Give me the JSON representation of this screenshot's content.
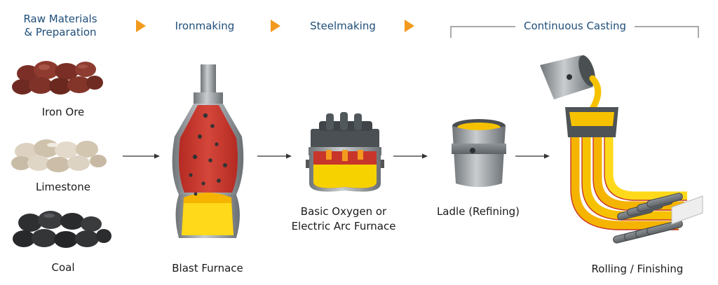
{
  "stages": {
    "raw": "Raw Materials\n& Preparation",
    "iron": "Ironmaking",
    "steel": "Steelmaking",
    "casting": "Continuous Casting"
  },
  "materials": {
    "ore": "Iron Ore",
    "lime": "Limestone",
    "coal": "Coal"
  },
  "equipment": {
    "blast": "Blast Furnace",
    "bof": "Basic Oxygen or\nElectric Arc Furnace",
    "ladle": "Ladle (Refining)",
    "rolling": "Rolling / Finishing"
  },
  "colors": {
    "header": "#1f4e79",
    "chevron": "#f39a1e",
    "hot": "#c8352a",
    "molten": "#f6c200",
    "steel": "#9aa0a4"
  }
}
